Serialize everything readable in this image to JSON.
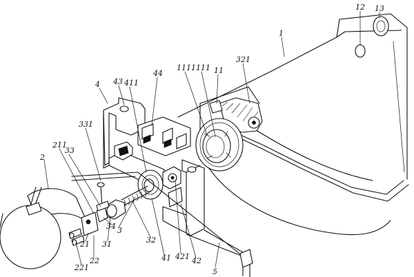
{
  "labels": [
    {
      "id": "1",
      "text": "1"
    },
    {
      "id": "12",
      "text": "12"
    },
    {
      "id": "13",
      "text": "13"
    },
    {
      "id": "321",
      "text": "321"
    },
    {
      "id": "1111",
      "text": "1111"
    },
    {
      "id": "111",
      "text": "111"
    },
    {
      "id": "11",
      "text": "11"
    },
    {
      "id": "4",
      "text": "4"
    },
    {
      "id": "43",
      "text": "43"
    },
    {
      "id": "411",
      "text": "411"
    },
    {
      "id": "44",
      "text": "44"
    },
    {
      "id": "331",
      "text": "331"
    },
    {
      "id": "211",
      "text": "211"
    },
    {
      "id": "33",
      "text": "33"
    },
    {
      "id": "2",
      "text": "2"
    },
    {
      "id": "3",
      "text": "3"
    },
    {
      "id": "34",
      "text": "34"
    },
    {
      "id": "31",
      "text": "31"
    },
    {
      "id": "21",
      "text": "21"
    },
    {
      "id": "22",
      "text": "22"
    },
    {
      "id": "221",
      "text": "221"
    },
    {
      "id": "32",
      "text": "32"
    },
    {
      "id": "41",
      "text": "41"
    },
    {
      "id": "421",
      "text": "421"
    },
    {
      "id": "42",
      "text": "42"
    },
    {
      "id": "5",
      "text": "5"
    }
  ]
}
